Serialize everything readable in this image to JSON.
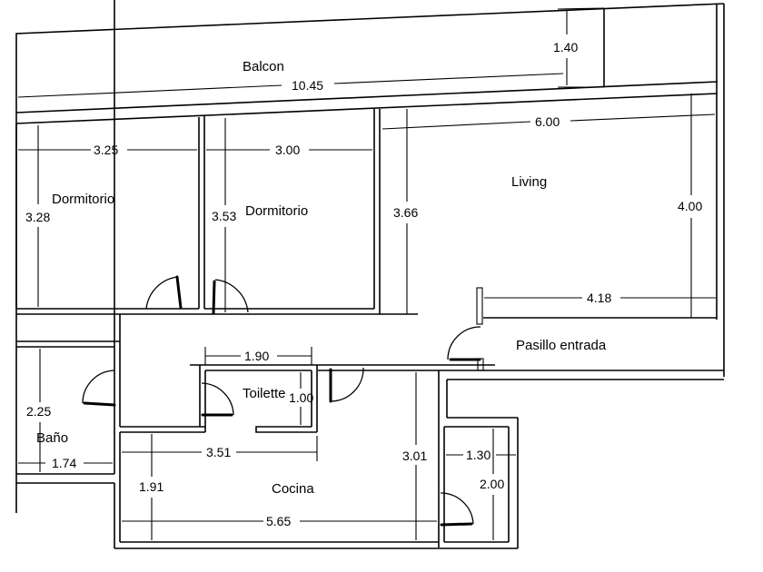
{
  "plan": {
    "rooms": [
      {
        "key": "balcon",
        "label": "Balcon"
      },
      {
        "key": "dorm1",
        "label": "Dormitorio"
      },
      {
        "key": "dorm2",
        "label": "Dormitorio"
      },
      {
        "key": "living",
        "label": "Living"
      },
      {
        "key": "pasillo",
        "label": "Pasillo entrada"
      },
      {
        "key": "toilette",
        "label": "Toilette"
      },
      {
        "key": "bano",
        "label": "Baño"
      },
      {
        "key": "cocina",
        "label": "Cocina"
      }
    ],
    "dimensions": {
      "balcon_width": "10.45",
      "balcon_depth": "1.40",
      "dorm1_width": "3.25",
      "dorm1_depth": "3.28",
      "dorm2_width": "3.00",
      "dorm2_depth": "3.53",
      "living_width": "6.00",
      "living_depth_left": "3.66",
      "living_depth_right": "4.00",
      "living_lower_width": "4.18",
      "toilette_width": "1.90",
      "toilette_depth": "1.00",
      "bano_depth": "2.25",
      "bano_width": "1.74",
      "cocina_upper_width": "3.51",
      "cocina_depth_left": "1.91",
      "cocina_width": "5.65",
      "cocina_depth_right": "3.01",
      "lavadero_width": "1.30",
      "lavadero_depth": "2.00"
    }
  }
}
